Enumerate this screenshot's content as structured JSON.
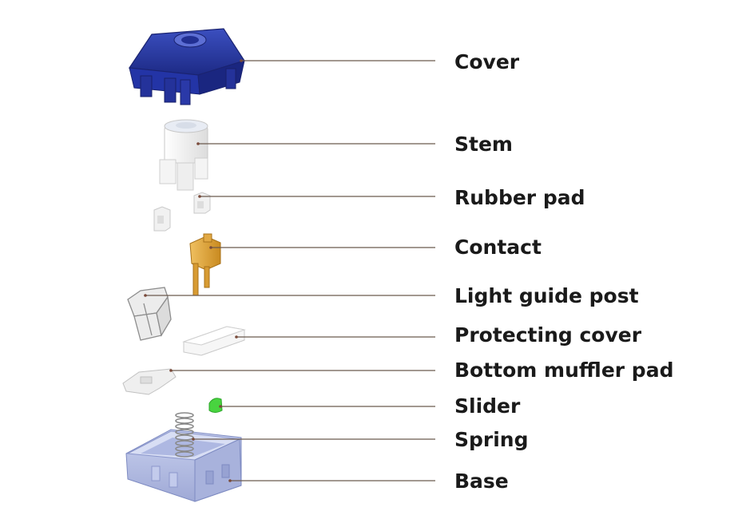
{
  "parts": [
    {
      "id": "cover",
      "label": "Cover"
    },
    {
      "id": "stem",
      "label": "Stem"
    },
    {
      "id": "rubber-pad",
      "label": "Rubber pad"
    },
    {
      "id": "contact",
      "label": "Contact"
    },
    {
      "id": "light-guide-post",
      "label": "Light guide post"
    },
    {
      "id": "protecting-cover",
      "label": "Protecting cover"
    },
    {
      "id": "bottom-muffler-pad",
      "label": "Bottom muffler pad"
    },
    {
      "id": "slider",
      "label": "Slider"
    },
    {
      "id": "spring",
      "label": "Spring"
    },
    {
      "id": "base",
      "label": "Base"
    }
  ],
  "colors": {
    "cover": "#2b3a9c",
    "stem": "#f2f2f2",
    "contact": "#d9a037",
    "slider": "#46d13f",
    "base": "#b9c3e6"
  }
}
